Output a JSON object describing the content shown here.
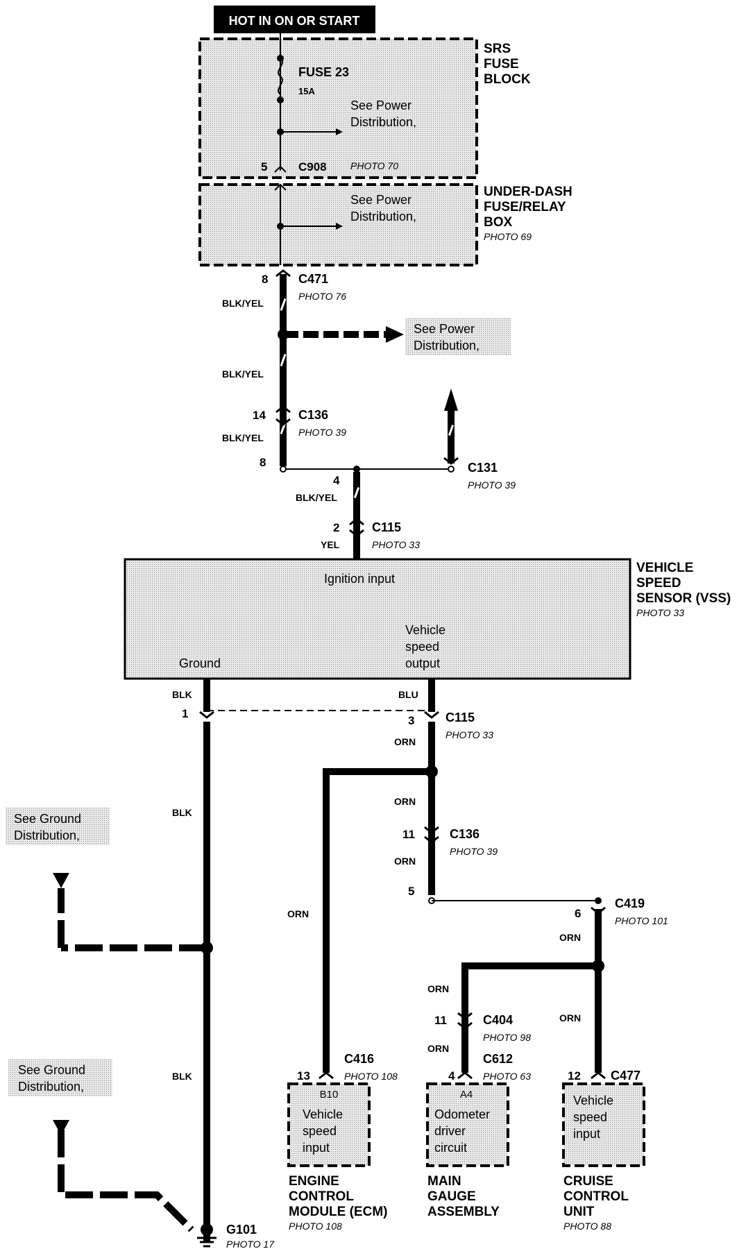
{
  "header_label": "HOT IN ON OR START",
  "srs_fuse_block": {
    "title_lines": [
      "SRS",
      "FUSE",
      "BLOCK"
    ],
    "fuse_name": "FUSE 23",
    "fuse_rating": "15A",
    "see_power_lines": [
      "See Power",
      "Distribution,"
    ],
    "pin": "5",
    "connector": "C908",
    "photo": "PHOTO 70"
  },
  "under_dash_box": {
    "title_lines": [
      "UNDER-DASH",
      "FUSE/RELAY",
      "BOX"
    ],
    "photo": "PHOTO 69",
    "see_power_lines": [
      "See Power",
      "Distribution,"
    ]
  },
  "c471": {
    "pin": "8",
    "name": "C471",
    "photo": "PHOTO 76",
    "wire": "BLK/YEL"
  },
  "see_power_splice": [
    "See Power",
    "Distribution,"
  ],
  "c136_top": {
    "wire_above": "BLK/YEL",
    "pin": "14",
    "name": "C136",
    "photo": "PHOTO 39",
    "wire_below": "BLK/YEL",
    "pin2": "8"
  },
  "c131": {
    "name": "C131",
    "photo": "PHOTO 39"
  },
  "c115_top": {
    "pin_a": "4",
    "wire_a": "BLK/YEL",
    "pin_b": "2",
    "name": "C115",
    "photo": "PHOTO 33",
    "wire_b": "YEL"
  },
  "vss": {
    "title_lines": [
      "VEHICLE",
      "SPEED",
      "SENSOR (VSS)"
    ],
    "photo": "PHOTO 33",
    "ignition_input": "Ignition input",
    "ground": "Ground",
    "output_lines": [
      "Vehicle",
      "speed",
      "output"
    ]
  },
  "c115_bottom": {
    "wire_left": "BLK",
    "wire_right": "BLU",
    "pin_left": "1",
    "pin_right": "3",
    "name": "C115",
    "photo": "PHOTO 33"
  },
  "wire_labels": {
    "orn": "ORN",
    "blk": "BLK"
  },
  "see_ground_1": [
    "See Ground",
    "Distribution,"
  ],
  "see_ground_2": [
    "See Ground",
    "Distribution,"
  ],
  "c136_bottom": {
    "pin": "11",
    "name": "C136",
    "photo": "PHOTO 39",
    "pin2": "5"
  },
  "c419": {
    "pin": "6",
    "name": "C419",
    "photo": "PHOTO 101"
  },
  "c404": {
    "pin": "11",
    "name": "C404",
    "photo": "PHOTO 98"
  },
  "c612": {
    "pin": "4",
    "name": "C612",
    "photo": "PHOTO 63"
  },
  "c416": {
    "pin": "13",
    "name": "C416",
    "photo": "PHOTO 108"
  },
  "c477": {
    "pin": "12",
    "name": "C477"
  },
  "ecm": {
    "terminal": "B10",
    "input_lines": [
      "Vehicle",
      "speed",
      "input"
    ],
    "title_lines": [
      "ENGINE",
      "CONTROL",
      "MODULE (ECM)"
    ],
    "photo": "PHOTO 108"
  },
  "gauge": {
    "terminal": "A4",
    "input_lines": [
      "Odometer",
      "driver",
      "circuit"
    ],
    "title_lines": [
      "MAIN",
      "GAUGE",
      "ASSEMBLY"
    ]
  },
  "cruise": {
    "input_lines": [
      "Vehicle",
      "speed",
      "input"
    ],
    "title_lines": [
      "CRUISE",
      "CONTROL",
      "UNIT"
    ],
    "photo": "PHOTO 88"
  },
  "g101": {
    "name": "G101",
    "photo": "PHOTO 17"
  }
}
